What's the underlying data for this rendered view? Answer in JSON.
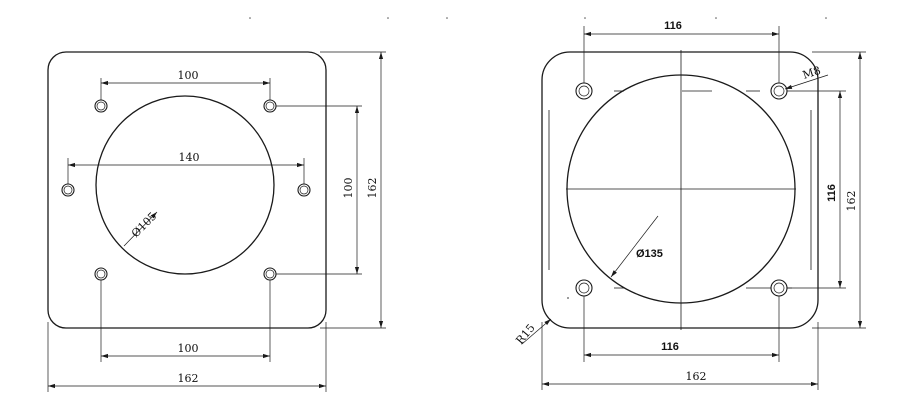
{
  "left_view": {
    "dim_top_holes": "100",
    "dim_middle_holes": "140",
    "dim_vertical_holes": "100",
    "dim_height": "162",
    "dim_bottom_holes": "100",
    "dim_width": "162",
    "dim_bore": "Ø105"
  },
  "right_view": {
    "dim_top_holes": "116",
    "dim_thread": "M8",
    "dim_vertical_holes": "116",
    "dim_height": "162",
    "dim_bore": "Ø135",
    "dim_radius": "R15",
    "dim_bottom_holes": "116",
    "dim_width": "162"
  },
  "colors": {
    "line": "#1a1a1a",
    "background": "#ffffff"
  }
}
